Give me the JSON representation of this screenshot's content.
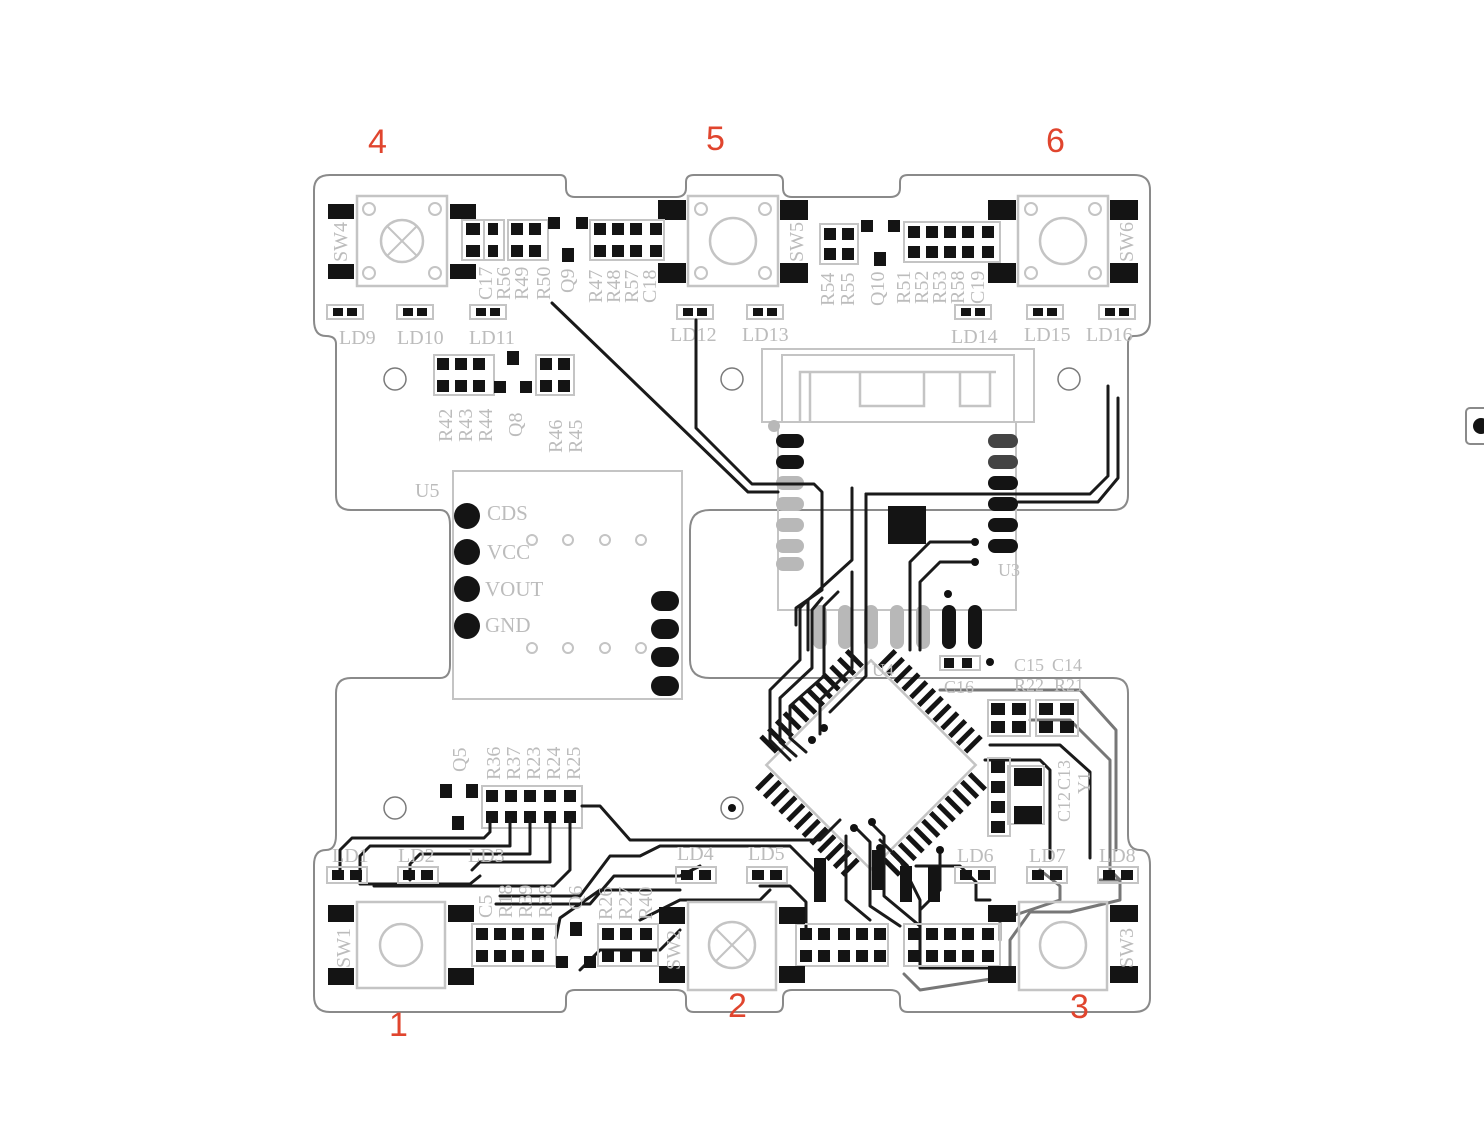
{
  "board": {
    "button_numbers": [
      {
        "id": "b4",
        "text": "4"
      },
      {
        "id": "b5",
        "text": "5"
      },
      {
        "id": "b6",
        "text": "6"
      },
      {
        "id": "b1",
        "text": "1"
      },
      {
        "id": "b2",
        "text": "2"
      },
      {
        "id": "b3",
        "text": "3"
      }
    ],
    "switches": [
      "SW4",
      "SW5",
      "SW6",
      "SW1",
      "SW2",
      "SW3"
    ],
    "leds_top": [
      "LD9",
      "LD10",
      "LD11",
      "LD12",
      "LD13",
      "LD14",
      "LD15",
      "LD16"
    ],
    "leds_bottom": [
      "LD1",
      "LD2",
      "LD3",
      "LD4",
      "LD5",
      "LD6",
      "LD7",
      "LD8"
    ],
    "top_left_parts": [
      "C17",
      "R56",
      "R49",
      "R50",
      "Q9",
      "R47",
      "R48",
      "R57",
      "C18"
    ],
    "top_right_parts": [
      "R54",
      "R55",
      "Q10",
      "R51",
      "R52",
      "R53",
      "R58",
      "C19"
    ],
    "mid_left_parts": [
      "R42",
      "R43",
      "R44",
      "Q8",
      "R46",
      "R45"
    ],
    "bottom_left_parts": [
      "Q5",
      "R36",
      "R37",
      "R23",
      "R24",
      "R25"
    ],
    "bottom_row_left_parts": [
      "C5",
      "R18",
      "R39",
      "R38",
      "Q6",
      "R26",
      "R27",
      "R40"
    ],
    "sensor": {
      "ref": "U5",
      "pins": [
        "CDS",
        "VCC",
        "VOUT",
        "GND"
      ]
    },
    "module_ref": "U3",
    "mcu_ref": "U4",
    "crystal_parts": [
      "C12",
      "C13",
      "Y1"
    ],
    "mcu_right_parts": [
      "C15",
      "C14",
      "R22",
      "R21",
      "C16"
    ],
    "colors": {
      "accent": "#e0452e",
      "silkscreen": "#c4c4c4",
      "copper": "#141414",
      "outline": "#8a8a8a"
    }
  }
}
